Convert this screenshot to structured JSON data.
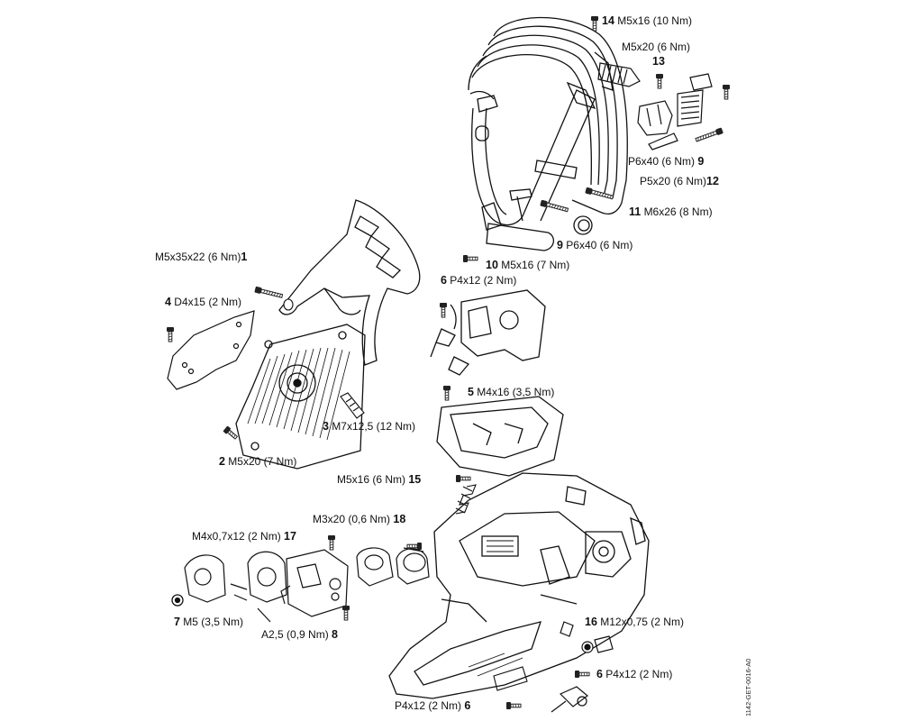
{
  "diagram": {
    "callouts": [
      {
        "id": "c14",
        "num": "14",
        "spec": "M5x16 (10 Nm)"
      },
      {
        "id": "c13",
        "num": "13",
        "spec": "M5x20 (6 Nm)"
      },
      {
        "id": "c9a",
        "num": "9",
        "spec": "P6x40 (6 Nm)"
      },
      {
        "id": "c12",
        "num": "12",
        "spec": "P5x20 (6 Nm)"
      },
      {
        "id": "c11",
        "num": "11",
        "spec": "M6x26 (8 Nm)"
      },
      {
        "id": "c9b",
        "num": "9",
        "spec": "P6x40 (6 Nm)"
      },
      {
        "id": "c10",
        "num": "10",
        "spec": "M5x16 (7 Nm)"
      },
      {
        "id": "c1",
        "num": "1",
        "spec": "M5x35x22 (6 Nm)"
      },
      {
        "id": "c6a",
        "num": "6",
        "spec": "P4x12 (2 Nm)"
      },
      {
        "id": "c4",
        "num": "4",
        "spec": "D4x15 (2 Nm)"
      },
      {
        "id": "c5",
        "num": "5",
        "spec": "M4x16 (3,5 Nm)"
      },
      {
        "id": "c3",
        "num": "3",
        "spec": "M7x12,5 (12 Nm)"
      },
      {
        "id": "c2",
        "num": "2",
        "spec": "M5x20 (7 Nm)"
      },
      {
        "id": "c15",
        "num": "15",
        "spec": "M5x16 (6 Nm)"
      },
      {
        "id": "c18",
        "num": "18",
        "spec": "M3x20 (0,6 Nm)"
      },
      {
        "id": "c17",
        "num": "17",
        "spec": "M4x0,7x12 (2 Nm)"
      },
      {
        "id": "c7",
        "num": "7",
        "spec": "M5 (3,5 Nm)"
      },
      {
        "id": "c8",
        "num": "8",
        "spec": "A2,5 (0,9 Nm)"
      },
      {
        "id": "c16",
        "num": "16",
        "spec": "M12x0,75 (2 Nm)"
      },
      {
        "id": "c6b",
        "num": "6",
        "spec": "P4x12 (2 Nm)"
      },
      {
        "id": "c6c",
        "num": "6",
        "spec": "P4x12 (2 Nm)"
      }
    ],
    "drawing_id": "1142-GET-0016-A0"
  }
}
